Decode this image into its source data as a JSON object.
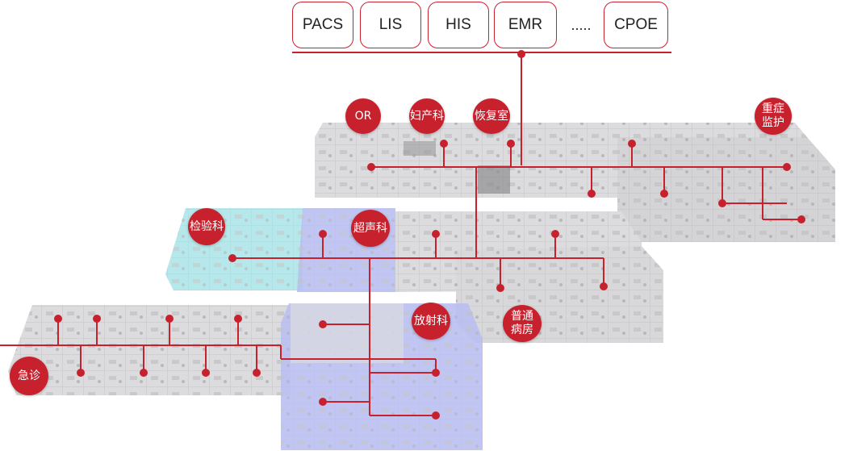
{
  "systems": {
    "pacs": "PACS",
    "lis": "LIS",
    "his": "HIS",
    "emr": "EMR",
    "ellipsis": ".....",
    "cpoe": "CPOE"
  },
  "departments": {
    "or": "OR",
    "obgyn": "妇产科",
    "recovery": "恢复室",
    "icu": "重症\n监护",
    "lab": "检验科",
    "ultrasound": "超声科",
    "general_ward": "普通\n病房",
    "radiology": "放射科",
    "emergency": "急诊"
  },
  "colors": {
    "accent_red": "#c8212e",
    "floor_grey": "#d9d9db",
    "lab_cyan": "#a9e3e6",
    "imaging_blue": "#b9bff0"
  }
}
